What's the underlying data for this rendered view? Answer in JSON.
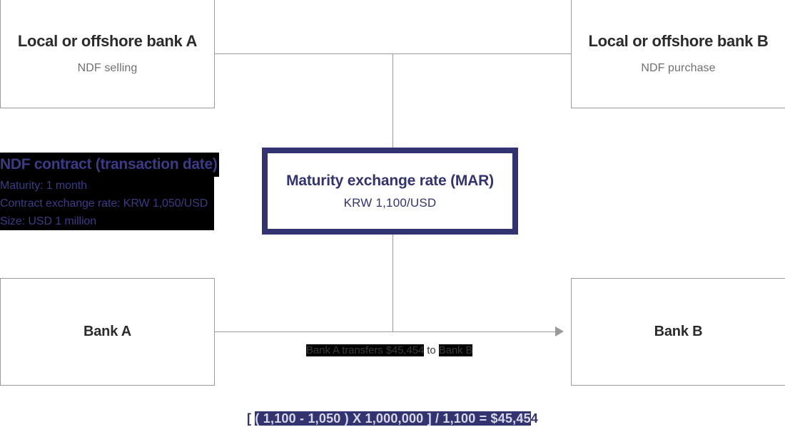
{
  "diagram": {
    "title": "NDF settlement flow diagram",
    "accent_color": "#333370",
    "line_color": "#9a9a9a",
    "selection_color": "#000000"
  },
  "top_left_box": {
    "title": "Local or offshore bank A",
    "subtitle": "NDF selling"
  },
  "top_right_box": {
    "title": "Local or offshore bank B",
    "subtitle": "NDF purchase"
  },
  "bottom_left_box": {
    "title": "Bank A"
  },
  "bottom_right_box": {
    "title": "Bank B"
  },
  "mar_box": {
    "title": "Maturity exchange rate (MAR)",
    "value": "KRW 1,100/USD"
  },
  "ndf_contract": {
    "title": "NDF contract (transaction date)",
    "maturity": "Maturity: 1 month",
    "contract_rate": "Contract exchange rate: KRW 1,050/USD",
    "size": "Size: USD 1 million"
  },
  "transfer_caption": {
    "part_selected_1": "Bank A transfers $45,454",
    "part_plain": " to ",
    "part_selected_2": "Bank B"
  },
  "formula": {
    "prefix": "[ ",
    "selected": "( 1,100 - 1,050 ) X 1,000,000 ] / 1,100 = $45,45",
    "suffix": "4"
  }
}
